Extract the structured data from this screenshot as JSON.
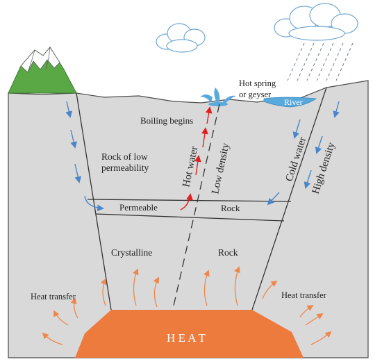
{
  "labels": {
    "hot_spring": "Hot spring",
    "or_geyser": "or geyser",
    "river": "River",
    "boiling_begins": "Boiling begins",
    "rock_low_perm_1": "Rock of low",
    "rock_low_perm_2": "permeability",
    "hot_water": "Hot water",
    "low_density": "Low density",
    "cold_water": "Cold water",
    "high_density": "High density",
    "permeable": "Permeable",
    "rock_upper": "Rock",
    "crystalline": "Crystalline",
    "rock_lower": "Rock",
    "heat_transfer_left": "Heat transfer",
    "heat_transfer_right": "Heat transfer",
    "heat": "H E A T"
  },
  "colors": {
    "ground": "#d9d9d9",
    "ground_outline": "#4a4a4a",
    "heat_body": "#ee7b3e",
    "heat_arrow": "#f0864a",
    "hot_arrow": "#e02020",
    "cold_arrow": "#4a86c8",
    "river": "#5aa9dc",
    "mountain_green": "#5aa845",
    "cloud_outline": "#6fa8d8",
    "rain": "#7a8590"
  }
}
